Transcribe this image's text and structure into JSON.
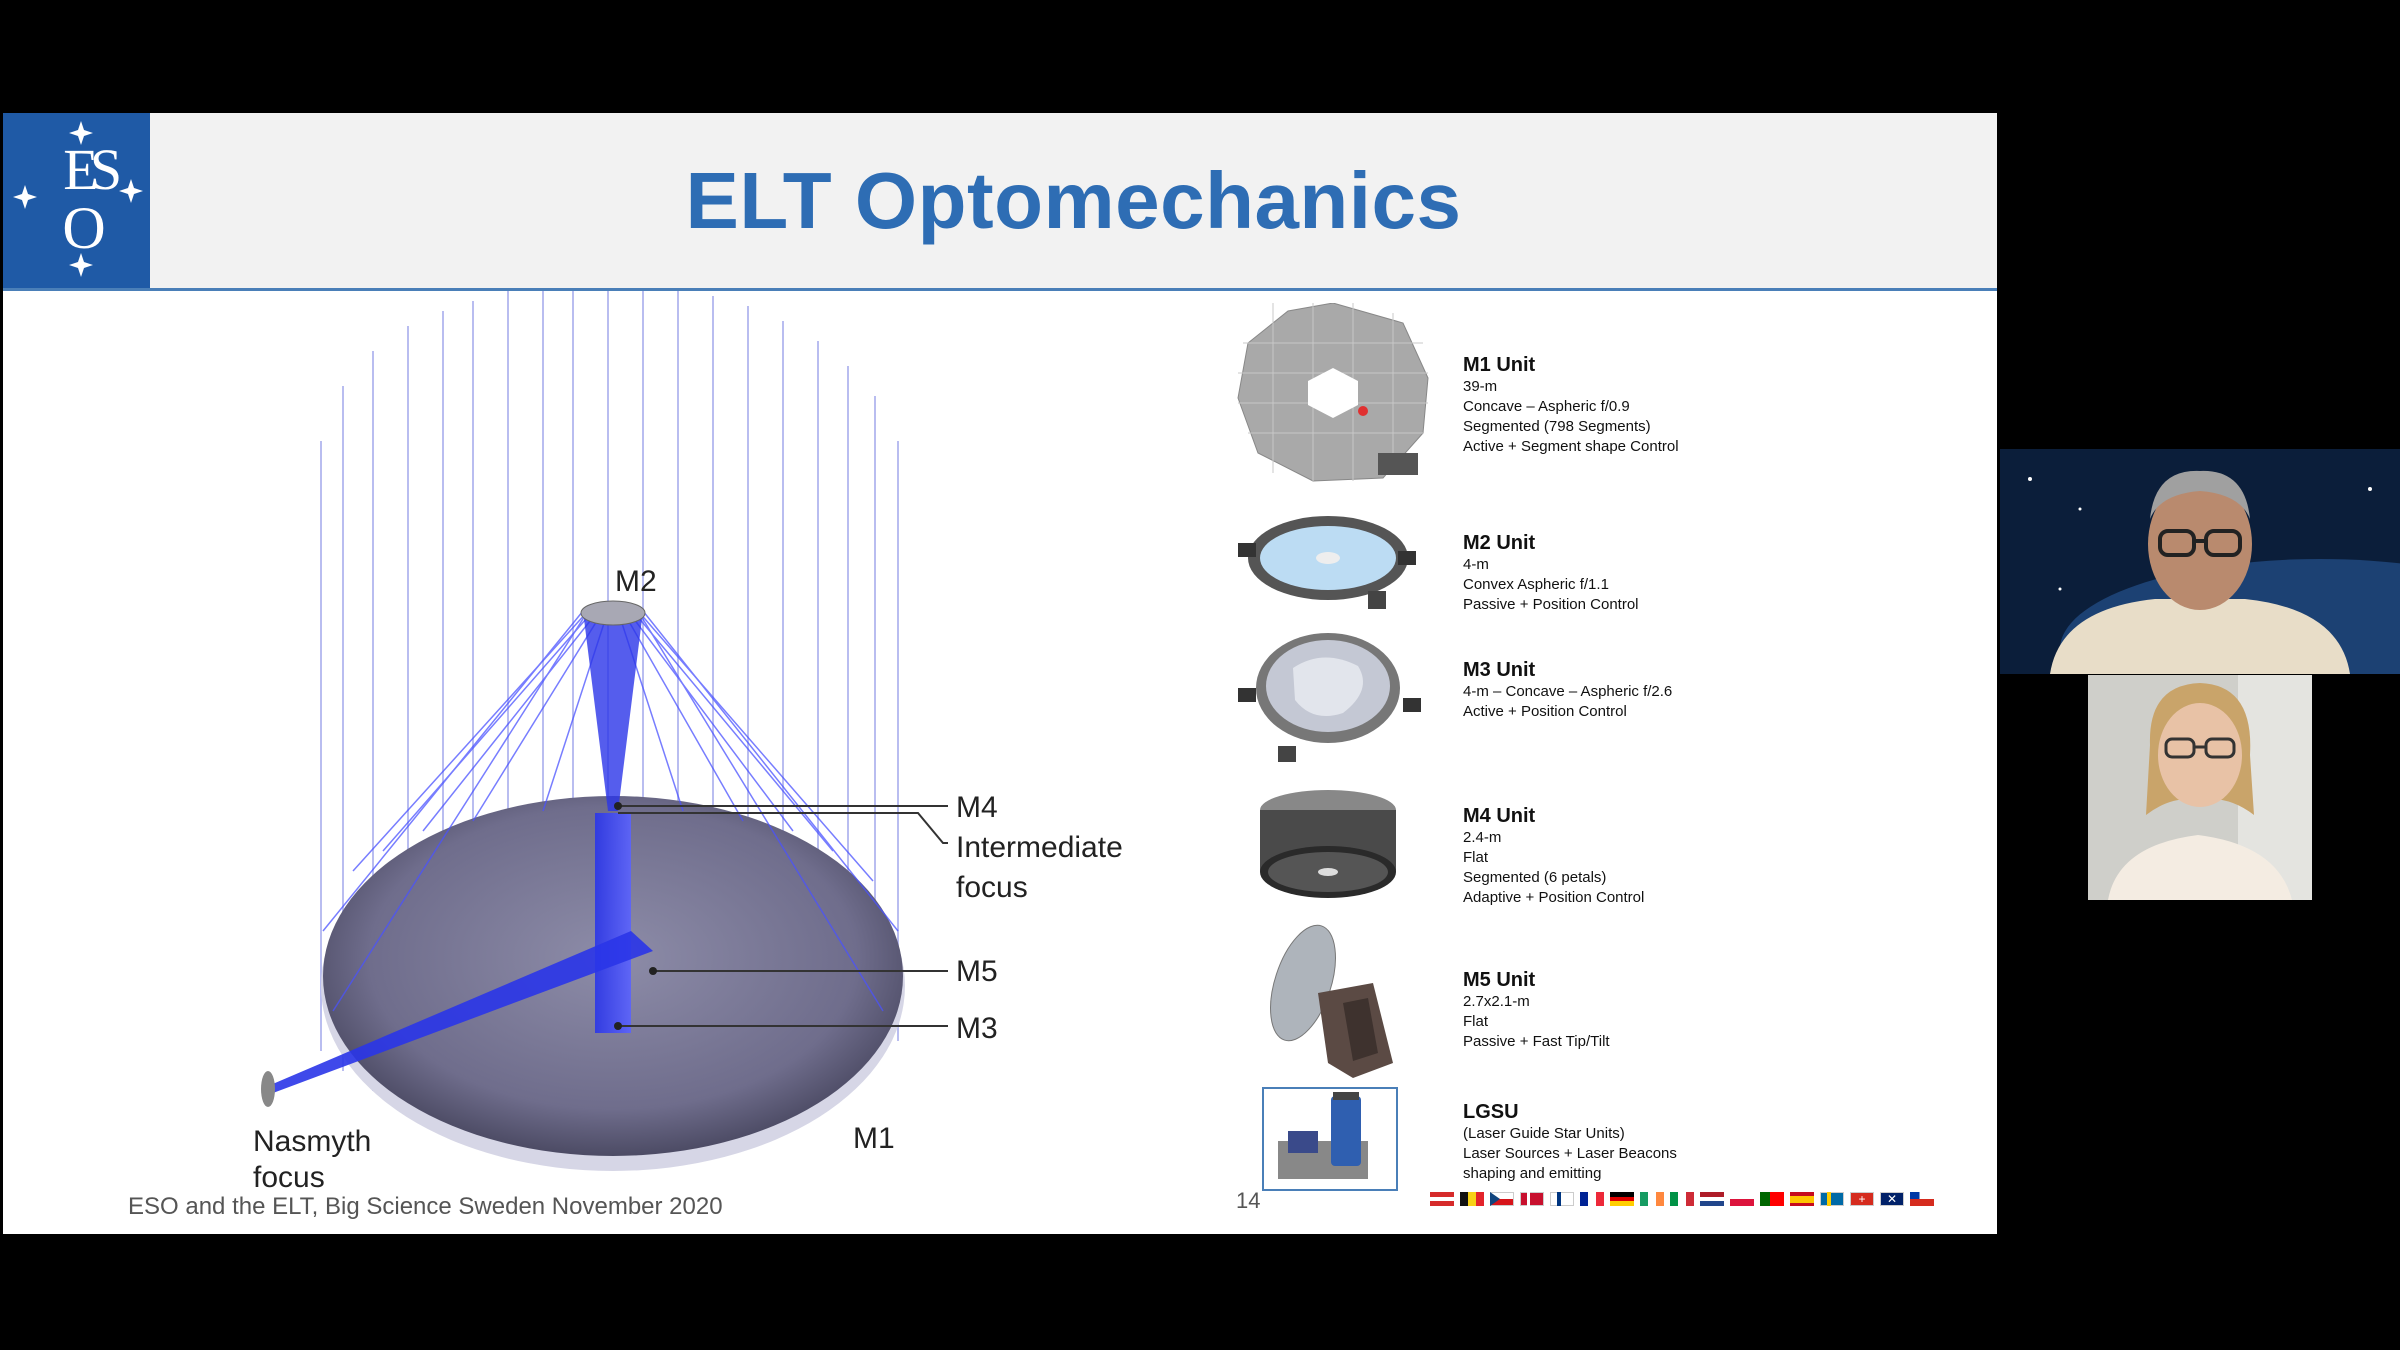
{
  "slide": {
    "logo_text": "ESO",
    "title": "ELT Optomechanics",
    "footer": "ESO and the ELT, Big Science Sweden November 2020",
    "page_number": "14",
    "diagram_labels": {
      "m2": "M2",
      "m4": "M4",
      "intermediate": "Intermediate",
      "focus": "focus",
      "m5": "M5",
      "m3": "M3",
      "m1": "M1",
      "nasmyth": "Nasmyth",
      "nasmyth_focus": "focus"
    },
    "units": [
      {
        "title": "M1 Unit",
        "lines": [
          "39-m",
          "Concave – Aspheric f/0.9",
          "Segmented (798 Segments)",
          "Active + Segment shape Control"
        ]
      },
      {
        "title": "M2 Unit",
        "lines": [
          "4-m",
          "Convex Aspheric f/1.1",
          "Passive + Position Control"
        ]
      },
      {
        "title": "M3 Unit",
        "lines": [
          "4-m – Concave – Aspheric f/2.6",
          "Active + Position Control"
        ]
      },
      {
        "title": "M4 Unit",
        "lines": [
          "2.4-m",
          "Flat",
          "Segmented (6 petals)",
          "Adaptive + Position Control"
        ]
      },
      {
        "title": "M5 Unit",
        "lines": [
          "2.7x2.1-m",
          "Flat",
          "Passive + Fast Tip/Tilt"
        ]
      },
      {
        "title": "LGSU",
        "lines": [
          "(Laser Guide Star Units)",
          "Laser Sources + Laser Beacons",
          "shaping and emitting"
        ]
      }
    ],
    "flag_icons": [
      "austria-flag-icon",
      "belgium-flag-icon",
      "czech-flag-icon",
      "denmark-flag-icon",
      "finland-flag-icon",
      "france-flag-icon",
      "germany-flag-icon",
      "ireland-flag-icon",
      "italy-flag-icon",
      "netherlands-flag-icon",
      "poland-flag-icon",
      "portugal-flag-icon",
      "spain-flag-icon",
      "sweden-flag-icon",
      "switzerland-flag-icon",
      "uk-flag-icon",
      "chile-flag-icon"
    ]
  },
  "colors": {
    "title_blue": "#2e6db4",
    "logo_blue": "#1f5aa6",
    "ray_blue": "#2233ff",
    "header_bg": "#f2f2f2"
  }
}
